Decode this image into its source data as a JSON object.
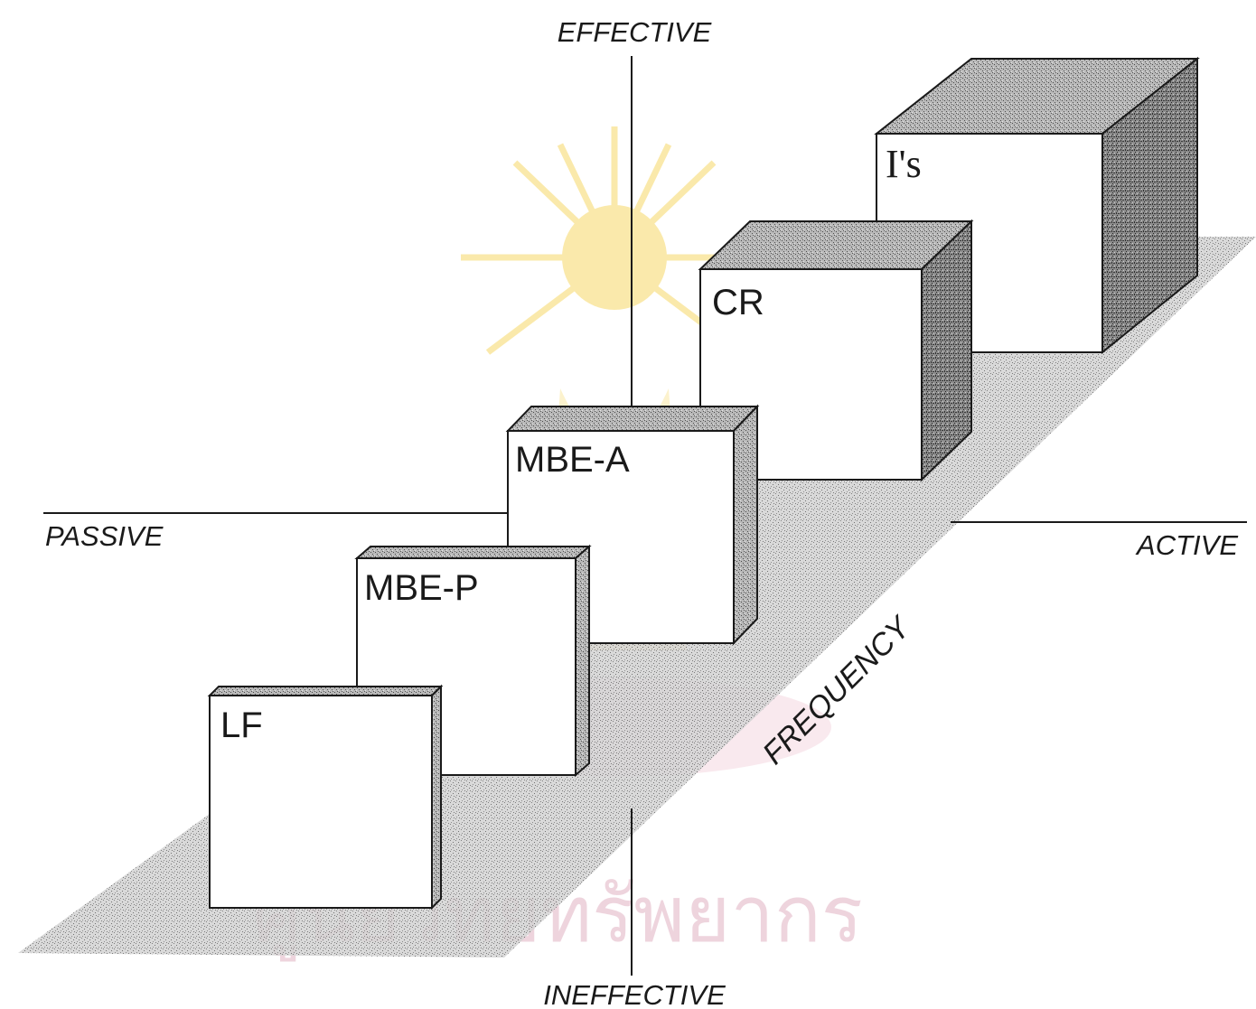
{
  "axes": {
    "top": "EFFECTIVE",
    "bottom": "INEFFECTIVE",
    "left": "PASSIVE",
    "right": "ACTIVE",
    "diagonal": "FREQUENCY"
  },
  "boxes": [
    {
      "id": "lf",
      "label": "LF"
    },
    {
      "id": "mbe-p",
      "label": "MBE-P"
    },
    {
      "id": "mbe-a",
      "label": "MBE-A"
    },
    {
      "id": "cr",
      "label": "CR"
    },
    {
      "id": "is",
      "label": "I's"
    }
  ],
  "watermark": {
    "text": "ศูนย์วิทยทรัพยากร"
  },
  "colors": {
    "ink": "#1a1a1a",
    "watermark_yellow": "#f6d867",
    "watermark_pink": "#e7c3d0"
  }
}
